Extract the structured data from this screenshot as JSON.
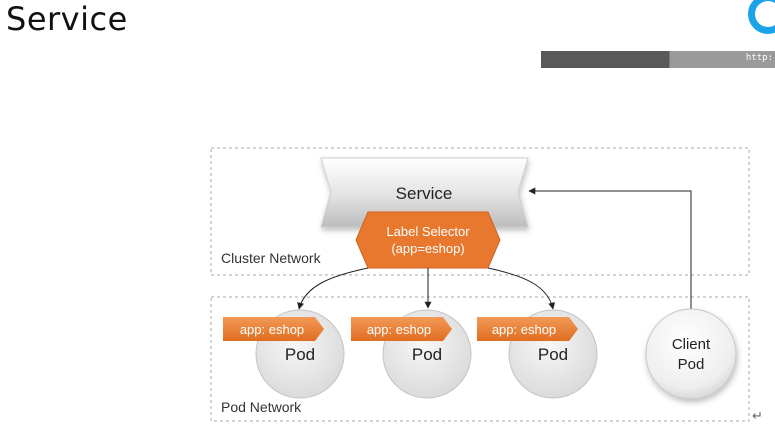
{
  "page": {
    "title": "Service",
    "url_fragment": "http:"
  },
  "diagram": {
    "service_label": "Service",
    "selector_line1": "Label Selector",
    "selector_line2": "(app=eshop)",
    "cluster_network_label": "Cluster Network",
    "pod_network_label": "Pod Network",
    "pods": [
      {
        "tag": "app: eshop",
        "label": "Pod"
      },
      {
        "tag": "app: eshop",
        "label": "Pod"
      },
      {
        "tag": "app: eshop",
        "label": "Pod"
      }
    ],
    "client_line1": "Client",
    "client_line2": "Pod",
    "return_mark": "↵"
  },
  "colors": {
    "orange": "#e9782f",
    "frame_gray": "#a8a8a8",
    "circle_fill": "#e9e9e9",
    "logo_blue": "#1aa3e8"
  }
}
